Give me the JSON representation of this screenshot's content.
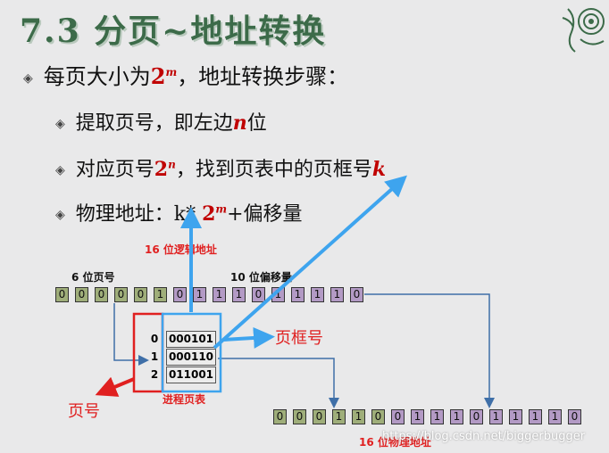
{
  "title": "7.3 分页~地址转换",
  "bullets": {
    "b1": {
      "pre": "每页大小为",
      "base": "2",
      "exp": "m",
      "post": "，地址转换步骤："
    },
    "b2": {
      "pre": "提取页号，即左边",
      "var": "n",
      "post": "位"
    },
    "b3": {
      "pre": "对应页号",
      "base": "2",
      "exp": "n",
      "mid": "，找到页表中的页框号",
      "var": "k"
    },
    "b4": {
      "pre": "物理地址：k* ",
      "base": "2",
      "exp": "m",
      "post": "+偏移量"
    }
  },
  "labels": {
    "logical": "16 位逻辑地址",
    "page_bits": "6 位页号",
    "offset_bits": "10 位偏移量",
    "page_number": "页号",
    "frame_number": "页框号",
    "process_table": "进程页表",
    "physical": "16 位物理地址"
  },
  "logical_address": {
    "page_bits": [
      "0",
      "0",
      "0",
      "0",
      "0",
      "1"
    ],
    "offset_bits": [
      "0",
      "1",
      "1",
      "1",
      "0",
      "1",
      "1",
      "1",
      "1",
      "0"
    ]
  },
  "page_table": [
    {
      "index": "0",
      "frame": "000101"
    },
    {
      "index": "1",
      "frame": "000110"
    },
    {
      "index": "2",
      "frame": "011001"
    }
  ],
  "physical_address": {
    "frame_bits": [
      "0",
      "0",
      "0",
      "1",
      "1",
      "0"
    ],
    "offset_bits": [
      "0",
      "1",
      "1",
      "1",
      "0",
      "1",
      "1",
      "1",
      "1",
      "0"
    ]
  },
  "colors": {
    "title": "#3c6b49",
    "accent_red": "#c00000",
    "arrow_blue": "#3ea4ee",
    "annot_red": "#e02020",
    "green": "#9fae7a",
    "purple": "#b39ac5"
  },
  "watermark": "https://blog.csdn.net/biggerbugger"
}
